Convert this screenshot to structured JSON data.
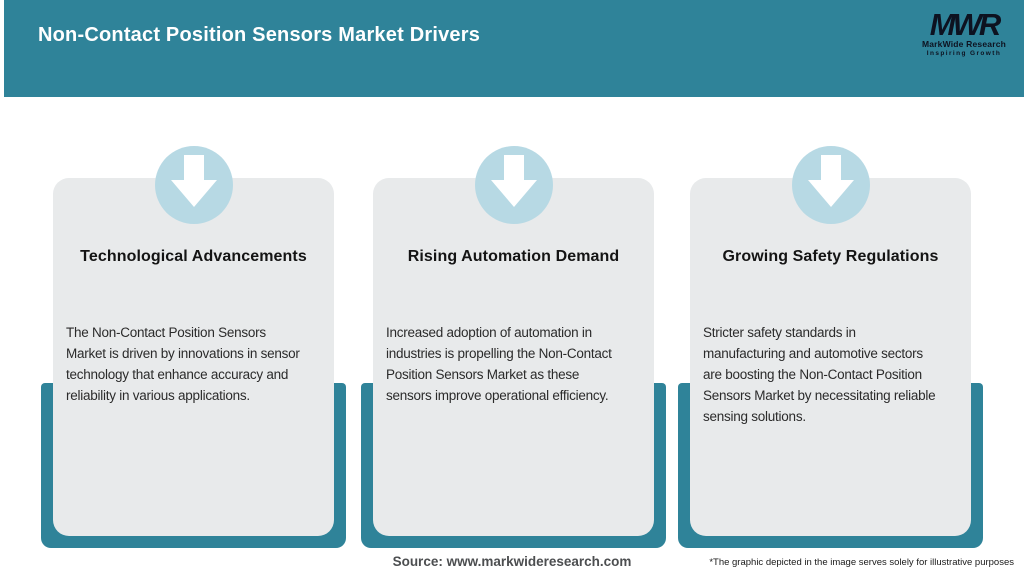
{
  "colors": {
    "teal": "#2f8399",
    "circle_blue": "#b7d9e4",
    "card_bg": "#e8eaeb",
    "title_text": "#ffffff",
    "logo_text": "#0d1220"
  },
  "header": {
    "title": "Non-Contact Position Sensors Market Drivers",
    "logo": {
      "monogram": "MWR",
      "name": "MarkWide Research",
      "tagline": "Inspiring Growth"
    }
  },
  "cards": [
    {
      "icon": "down-arrow-icon",
      "title": "Technological Advancements",
      "body": "The Non-Contact Position Sensors\nMarket is driven by innovations in sensor\ntechnology that enhance accuracy and\nreliability in various applications."
    },
    {
      "icon": "down-arrow-icon",
      "title": "Rising Automation Demand",
      "body": "Increased adoption of automation in\nindustries is propelling the Non-Contact\nPosition Sensors Market as these\nsensors improve operational efficiency."
    },
    {
      "icon": "down-arrow-icon",
      "title": "Growing Safety Regulations",
      "body": "Stricter safety standards in\nmanufacturing and automotive sectors\nare boosting the Non-Contact Position\nSensors Market by necessitating reliable\nsensing solutions."
    }
  ],
  "footer": {
    "source": "Source: www.markwideresearch.com",
    "disclaimer": "*The graphic depicted in the image serves solely for illustrative purposes"
  }
}
